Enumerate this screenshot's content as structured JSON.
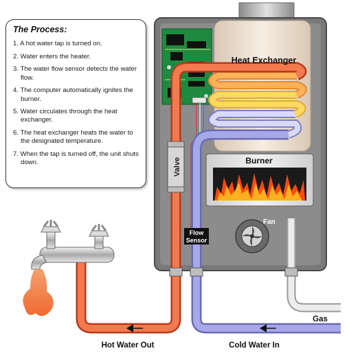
{
  "process": {
    "title": "The Process:",
    "steps": [
      "1. A hot water tap is turned on.",
      "2. Water enters the heater.",
      "3. The water flow sensor detects the water flow.",
      "4. The computer automatically ignites the burner.",
      "5. Water circulates through the heat exchanger.",
      "6. The heat exchanger heats the water to the designated temperature.",
      "7. When the tap is turned off, the unit shuts down."
    ]
  },
  "labels": {
    "heat_exchanger": "Heat Exchanger",
    "burner": "Burner",
    "fan": "Fan",
    "valve": "Valve",
    "flow_sensor_1": "Flow",
    "flow_sensor_2": "Sensor",
    "gas": "Gas",
    "hot_water_out": "Hot Water Out",
    "cold_water_in": "Cold Water In"
  },
  "colors": {
    "hot_pipe": "#e8623a",
    "cold_pipe": "#9a9be0",
    "gas_pipe": "#d8d8d8",
    "flame": "#ff7a10",
    "cabinet": "#7d7d7d",
    "chamber": "#efe2d4"
  }
}
